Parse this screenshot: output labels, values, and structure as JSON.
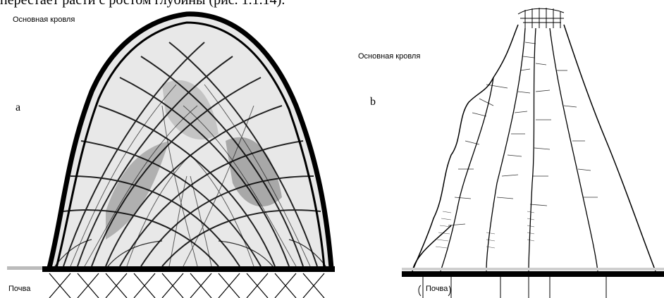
{
  "header": {
    "caption_fragment": "перестает расти с ростом глубины (рис. 1.1.14)."
  },
  "panel_a": {
    "letter": "a",
    "roof_label": "Основная кровля",
    "soil_label": "Почва"
  },
  "panel_b": {
    "letter": "b",
    "roof_label": "Основная кровля",
    "soil_label": "Почва"
  },
  "colors": {
    "ink": "#000000",
    "gray_fill": "#9a9a9a",
    "light_fill": "#d8d8d8"
  }
}
